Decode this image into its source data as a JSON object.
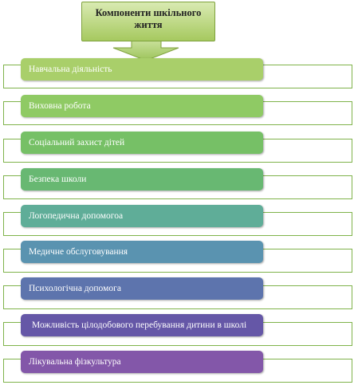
{
  "header": {
    "title_line1": "Компоненти шкільного",
    "title_line2": "життя",
    "color": "#b7d777"
  },
  "items": [
    {
      "label": "Навчальна діяльність",
      "color": "#a9cf6a"
    },
    {
      "label": "Виховна робота",
      "color": "#8fca64"
    },
    {
      "label": "Соціальний захист дітей",
      "color": "#76c066"
    },
    {
      "label": "Безпека школи",
      "color": "#68b872"
    },
    {
      "label": "Логопедична допомогоа",
      "color": "#5fad98"
    },
    {
      "label": "Медичне обслуговування",
      "color": "#5a93b0"
    },
    {
      "label": "Психологічна допомога",
      "color": "#5d74ad"
    },
    {
      "label": "Можливість цілодобового перебування дитини  в школі",
      "color": "#6557a7"
    },
    {
      "label": "Лікувальна фізкультура",
      "color": "#8357a9"
    }
  ]
}
